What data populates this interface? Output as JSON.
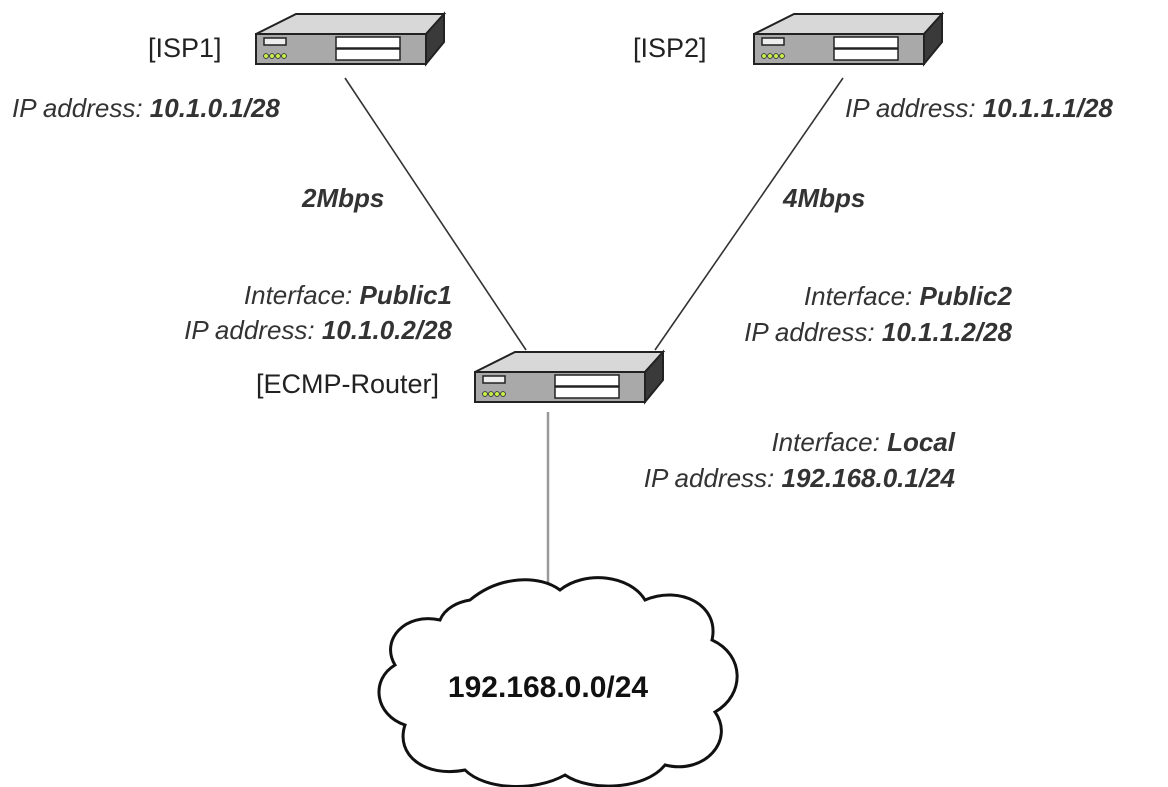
{
  "devices": {
    "isp1": {
      "name": "[ISP1]",
      "ip_prefix": "IP address: ",
      "ip": "10.1.0.1/28"
    },
    "isp2": {
      "name": "[ISP2]",
      "ip_prefix": "IP address: ",
      "ip": "10.1.1.1/28"
    },
    "router": {
      "name": "[ECMP-Router]"
    }
  },
  "links": {
    "isp1_speed": "2Mbps",
    "isp2_speed": "4Mbps"
  },
  "interfaces": {
    "public1": {
      "if_prefix": "Interface: ",
      "if_name": "Public1",
      "ip_prefix": "IP address: ",
      "ip": "10.1.0.2/28"
    },
    "public2": {
      "if_prefix": "Interface: ",
      "if_name": "Public2",
      "ip_prefix": "IP address: ",
      "ip": "10.1.1.2/28"
    },
    "local": {
      "if_prefix": "Interface: ",
      "if_name": "Local",
      "ip_prefix": "IP address: ",
      "ip": "192.168.0.1/24"
    }
  },
  "network": {
    "subnet": "192.168.0.0/24"
  },
  "colors": {
    "device_top": "#d8d8d8",
    "device_front": "#a9a9a9",
    "device_side": "#3a3a3a",
    "led": "#c8f04a",
    "line": "#333333"
  }
}
